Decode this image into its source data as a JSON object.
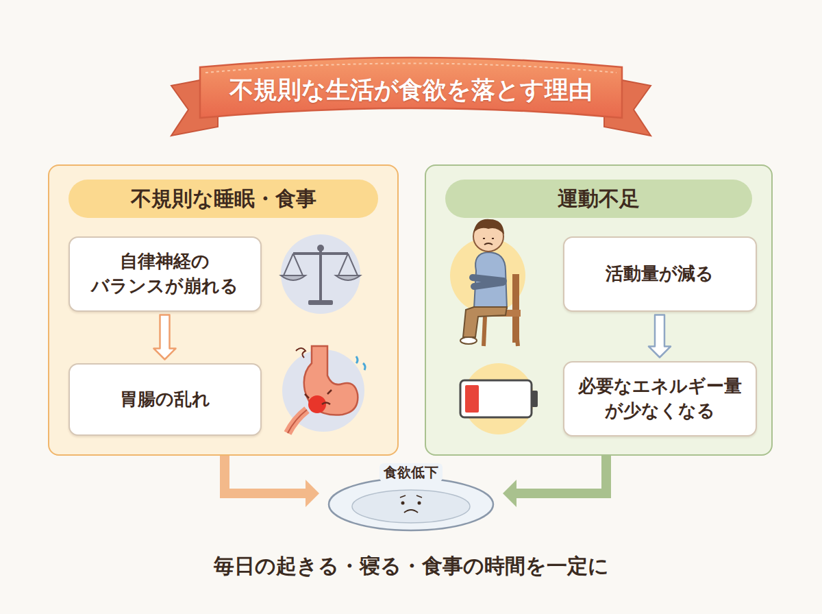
{
  "diagram": {
    "title": "不規則な生活が食欲を落とす理由",
    "caption": "毎日の起きる・寝る・食事の時間を一定に",
    "nodes": [
      {
        "text": [
          "不規則な睡眠・食事"
        ]
      },
      {
        "text": [
          "自律神経の バランスが崩れる"
        ],
        "in": 0
      },
      {
        "text": [
          "胃腸の乱れ"
        ],
        "in": 0
      },
      {
        "text": [
          "運動不足"
        ]
      },
      {
        "text": [
          "活動量が減る"
        ],
        "in": 3
      },
      {
        "text": [
          "必要なエネルギー量が少なくなる"
        ],
        "in": 3
      },
      {
        "text": [
          "食欲低下"
        ]
      }
    ],
    "edges": [
      {
        "from": 1,
        "to": 2,
        "arrow": "to"
      },
      {
        "from": 4,
        "to": 5,
        "arrow": "to"
      },
      {
        "from": 0,
        "to": 6,
        "arrow": "to"
      },
      {
        "from": 3,
        "to": 6,
        "arrow": "to"
      }
    ]
  }
}
